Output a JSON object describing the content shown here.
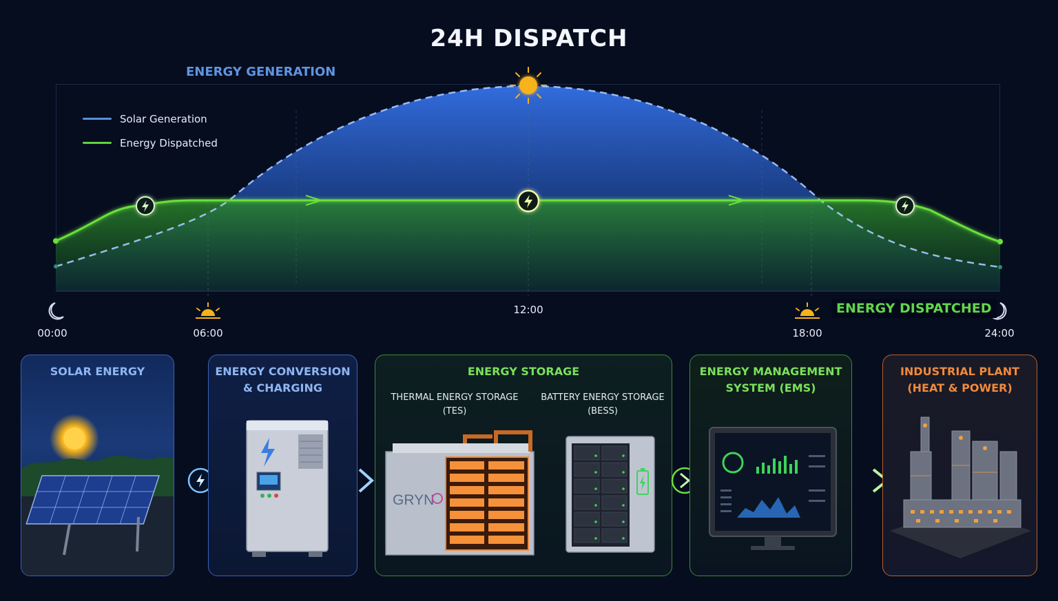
{
  "title": "24H DISPATCH",
  "generation_title": "ENERGY GENERATION",
  "dispatched_title": "ENERGY DISPATCHED",
  "legend": [
    {
      "label": "Solar Generation",
      "color": "#5a8fe0"
    },
    {
      "label": "Energy Dispatched",
      "color": "#5fd43a"
    }
  ],
  "time_ticks": [
    "00:00",
    "06:00",
    "12:00",
    "18:00",
    "24:00"
  ],
  "colors": {
    "solar": "#2f63d6",
    "dispatch": "#5fd43a",
    "accent_blue": "#3fa0ff",
    "accent_green": "#6be03c",
    "accent_orange": "#f08a3c",
    "sun": "#f7b21a"
  },
  "panels": {
    "solar": {
      "title": "SOLAR ENERGY"
    },
    "conversion": {
      "title_line1": "ENERGY CONVERSION",
      "title_line2": "& CHARGING"
    },
    "storage": {
      "title": "ENERGY STORAGE",
      "tes_line1": "THERMAL ENERGY STORAGE",
      "tes_line2": "(TES)",
      "bess_line1": "BATTERY ENERGY STORAGE",
      "bess_line2": "(BESS)",
      "brand": "GRYN"
    },
    "ems": {
      "title_line1": "ENERGY MANAGEMENT",
      "title_line2": "SYSTEM (EMS)"
    },
    "plant": {
      "title_line1": "INDUSTRIAL PLANT",
      "title_line2": "(HEAT & POWER)"
    }
  }
}
